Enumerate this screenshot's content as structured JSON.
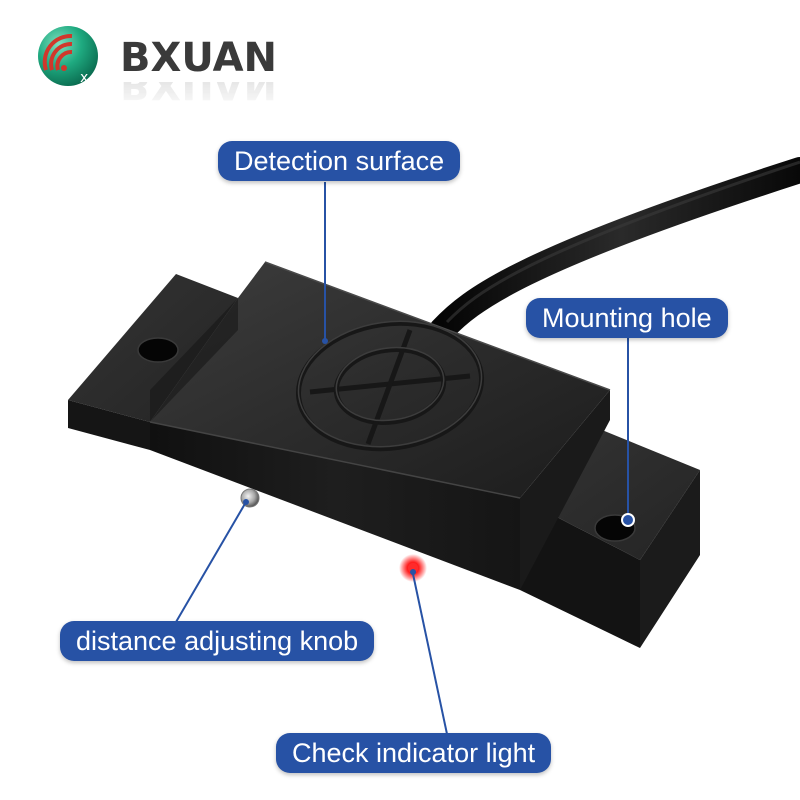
{
  "brand": {
    "name": "BXUAN",
    "logo_icon": "signal-waves-icon",
    "logo_colors": {
      "primary": "#17a37a",
      "accent": "#d1372b"
    }
  },
  "callouts": {
    "detection_surface": "Detection surface",
    "mounting_hole": "Mounting hole",
    "distance_knob": "distance adjusting knob",
    "indicator_light": "Check indicator light"
  },
  "colors": {
    "callout_bg": "#2752a5",
    "leader_line": "#2752a5",
    "sensor_body": "#1e1e1e",
    "indicator_led": "#ff2020"
  }
}
